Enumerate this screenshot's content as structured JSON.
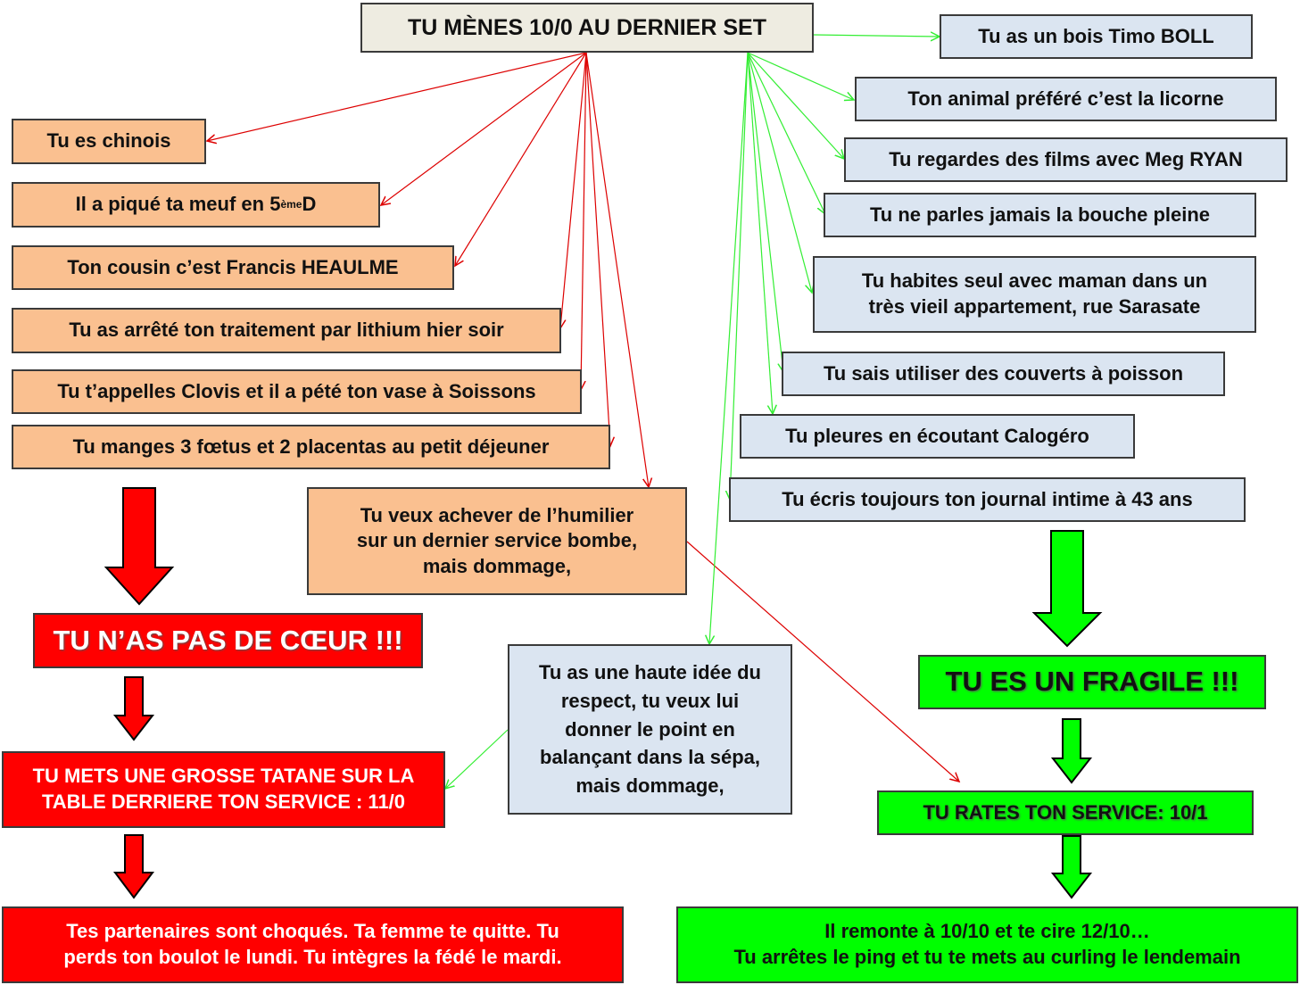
{
  "root": "TU MÈNES 10/0 AU DERNIER SET",
  "left_options": [
    "Tu es chinois",
    "Il a piqué ta meuf en 5",
    "Ton cousin c’est Francis HEAULME",
    "Tu as arrêté ton traitement par lithium hier soir",
    "Tu t’appelles Clovis et il a pété ton vase à Soissons",
    "Tu manges 3 fœtus et 2 placentas au petit déjeuner"
  ],
  "left_options_sup": "ème",
  "left_options_suffix": " D",
  "middle_option": [
    "Tu veux achever de l’humilier",
    "sur un dernier service bombe,",
    "mais dommage,"
  ],
  "right_options": [
    "Tu as un bois Timo BOLL",
    "Ton animal préféré c’est la licorne",
    "Tu regardes des films avec Meg RYAN",
    "Tu ne parles jamais la bouche pleine",
    "Tu habites seul avec maman dans un",
    "très vieil appartement, rue Sarasate",
    "Tu sais utiliser des couverts à poisson",
    "Tu pleures en écoutant Calogéro",
    "Tu écris toujours ton journal intime à 43 ans"
  ],
  "center_option": [
    "Tu as une haute idée du",
    "respect,  tu veux lui",
    "donner le point en",
    "balançant dans la sépa,",
    "mais dommage,"
  ],
  "red_path": [
    "TU N’AS PAS DE CŒUR !!!",
    "TU METS UNE GROSSE TATANE SUR LA",
    "TABLE DERRIERE TON SERVICE : 11/0",
    "Tes partenaires sont choqués. Ta femme te quitte. Tu",
    "perds ton boulot le lundi. Tu intègres la fédé le mardi."
  ],
  "green_path": [
    "TU ES UN FRAGILE !!!",
    "TU RATES TON SERVICE: 10/1",
    "Il remonte à 10/10 et te cire 12/10…",
    "Tu arrêtes le ping et tu te mets au curling le lendemain"
  ],
  "colors": {
    "red_arrow": "#dd0000",
    "green_arrow": "#33ee33",
    "orange": "#fac090",
    "blue": "#dbe5f1",
    "red": "#ff0000",
    "green": "#00ff00"
  }
}
